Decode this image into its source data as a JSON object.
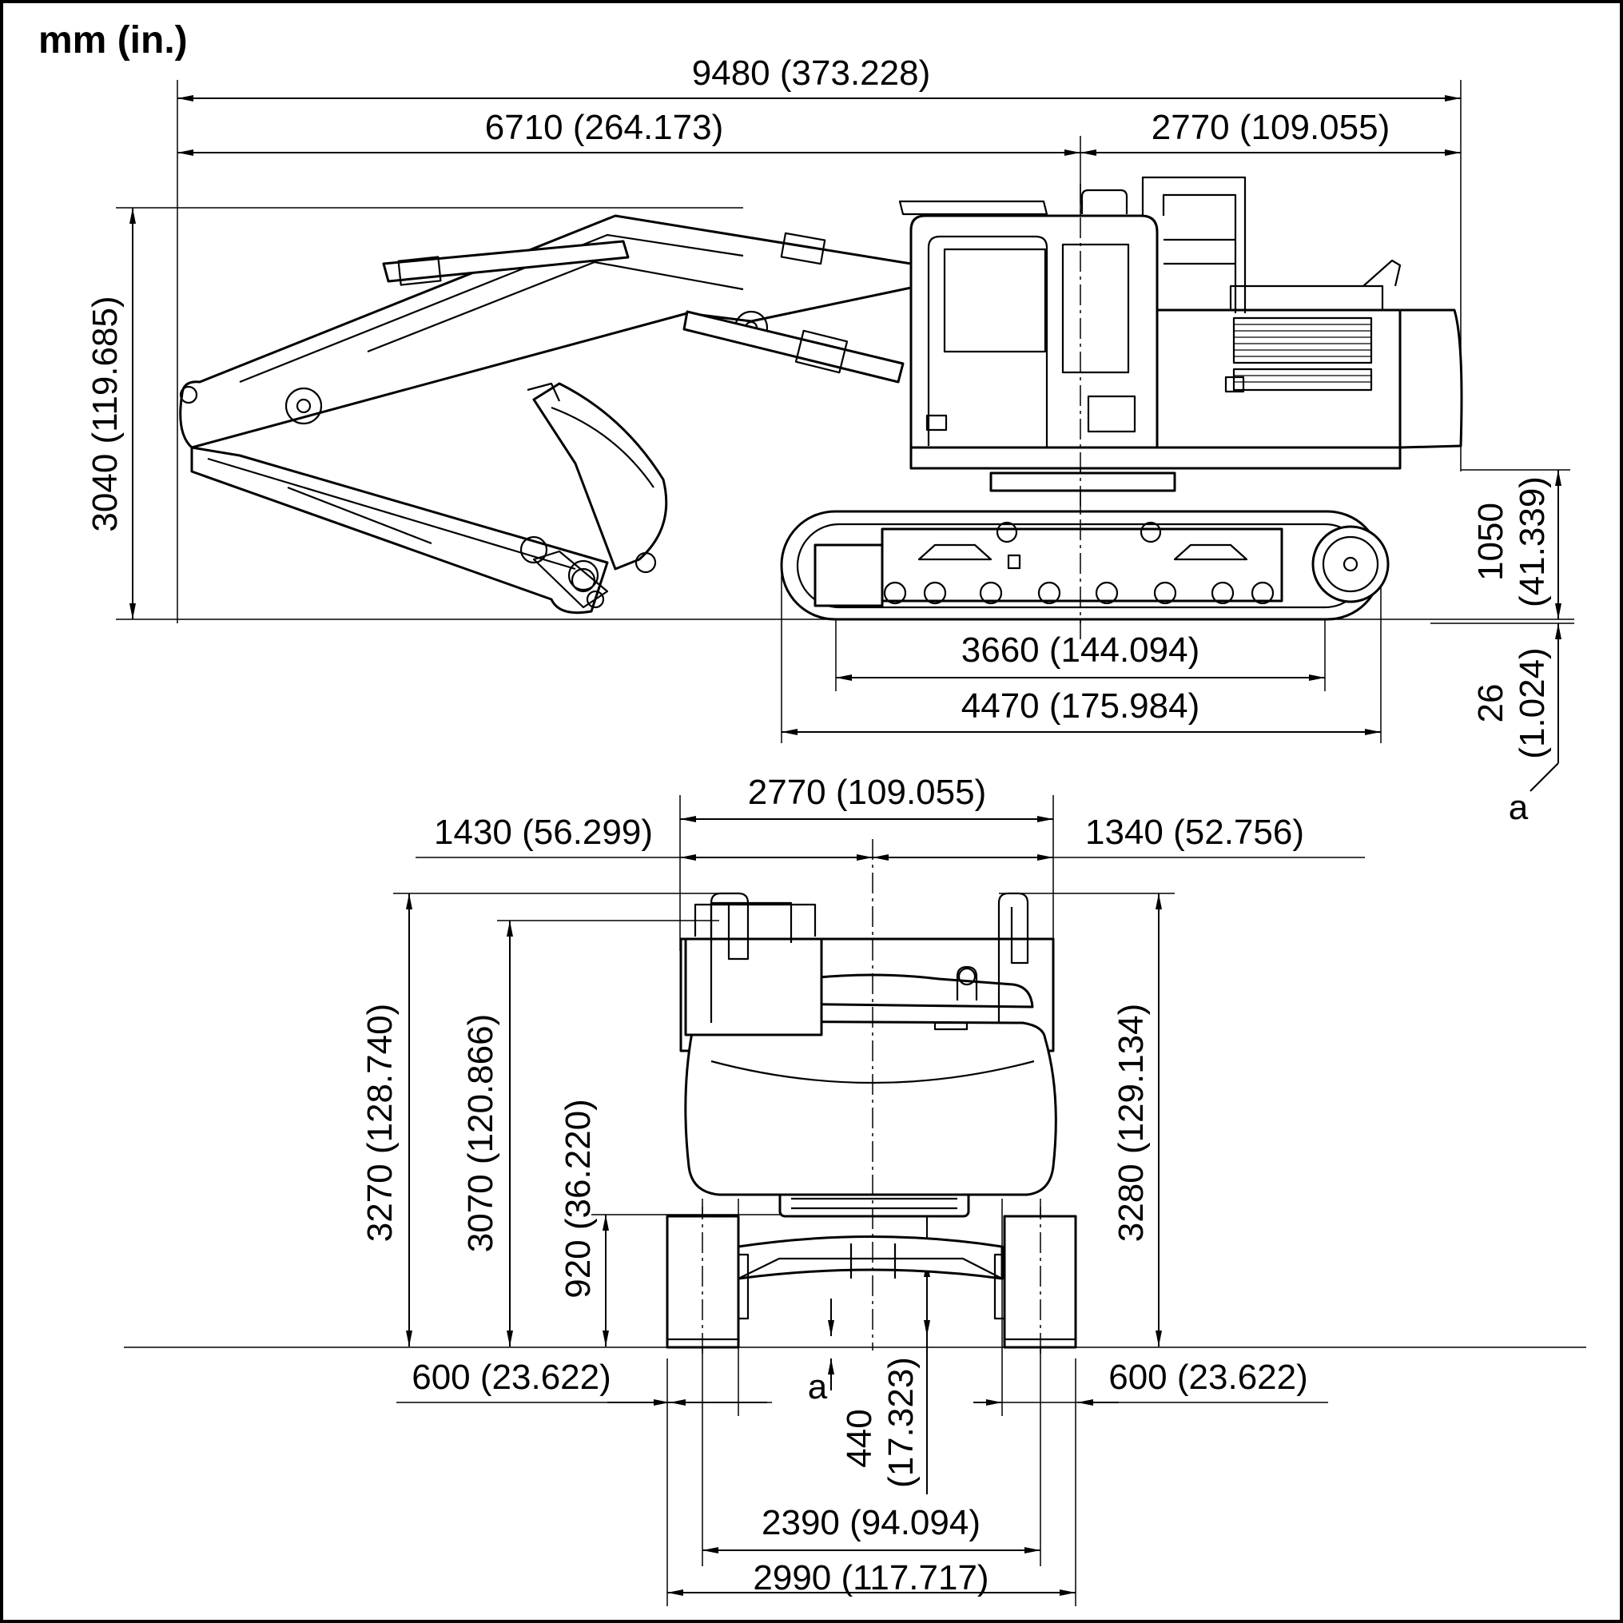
{
  "units_label": "mm (in.)",
  "side_view": {
    "overall_length": "9480 (373.228)",
    "front_length": "6710 (264.173)",
    "rear_length": "2770 (109.055)",
    "height": "3040 (119.685)",
    "clearance_height": "1050 (41.339)",
    "tumbler_distance": "3660 (144.094)",
    "track_length": "4470 (175.984)",
    "grouser_height": "26 (1.024)",
    "grouser_height_value": "26",
    "grouser_height_inch": "(1.024)",
    "clearance_value": "1050",
    "clearance_inch": "(41.339)",
    "note_label": "a"
  },
  "front_view": {
    "upper_width": "2770 (109.055)",
    "left_width": "1430 (56.299)",
    "right_width": "1340 (52.756)",
    "handrail_height_left": "3270 (128.740)",
    "cab_height": "3070 (120.866)",
    "counterweight_clearance": "920 (36.220)",
    "handrail_height_right": "3280 (129.134)",
    "shoe_width_left": "600 (23.622)",
    "shoe_width_right": "600 (23.622)",
    "ground_clearance_value": "440",
    "ground_clearance_inch": "(17.323)",
    "track_gauge": "2390 (94.094)",
    "overall_width": "2990 (117.717)",
    "note_label": "a"
  },
  "colors": {
    "line": "#000000",
    "background": "#ffffff"
  }
}
